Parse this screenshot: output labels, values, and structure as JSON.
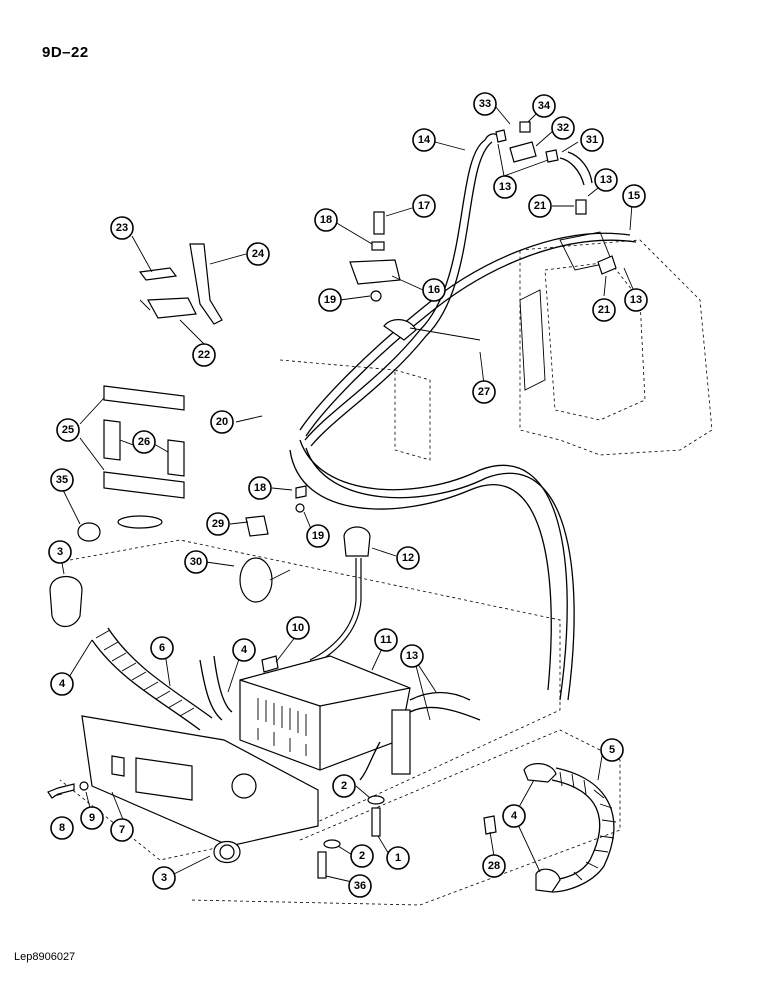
{
  "header": {
    "page_code": "9D–22"
  },
  "footer": {
    "drawing_ref": "Lep8906027"
  },
  "callouts": [
    {
      "label": "33"
    },
    {
      "label": "34"
    },
    {
      "label": "32"
    },
    {
      "label": "31"
    },
    {
      "label": "14"
    },
    {
      "label": "13"
    },
    {
      "label": "13"
    },
    {
      "label": "21"
    },
    {
      "label": "15"
    },
    {
      "label": "17"
    },
    {
      "label": "18"
    },
    {
      "label": "16"
    },
    {
      "label": "19"
    },
    {
      "label": "21"
    },
    {
      "label": "13"
    },
    {
      "label": "23"
    },
    {
      "label": "24"
    },
    {
      "label": "22"
    },
    {
      "label": "27"
    },
    {
      "label": "20"
    },
    {
      "label": "25"
    },
    {
      "label": "26"
    },
    {
      "label": "18"
    },
    {
      "label": "35"
    },
    {
      "label": "29"
    },
    {
      "label": "19"
    },
    {
      "label": "3"
    },
    {
      "label": "30"
    },
    {
      "label": "12"
    },
    {
      "label": "10"
    },
    {
      "label": "4"
    },
    {
      "label": "6"
    },
    {
      "label": "4"
    },
    {
      "label": "11"
    },
    {
      "label": "13"
    },
    {
      "label": "2"
    },
    {
      "label": "5"
    },
    {
      "label": "8"
    },
    {
      "label": "9"
    },
    {
      "label": "7"
    },
    {
      "label": "4"
    },
    {
      "label": "2"
    },
    {
      "label": "1"
    },
    {
      "label": "28"
    },
    {
      "label": "3"
    },
    {
      "label": "36"
    }
  ]
}
